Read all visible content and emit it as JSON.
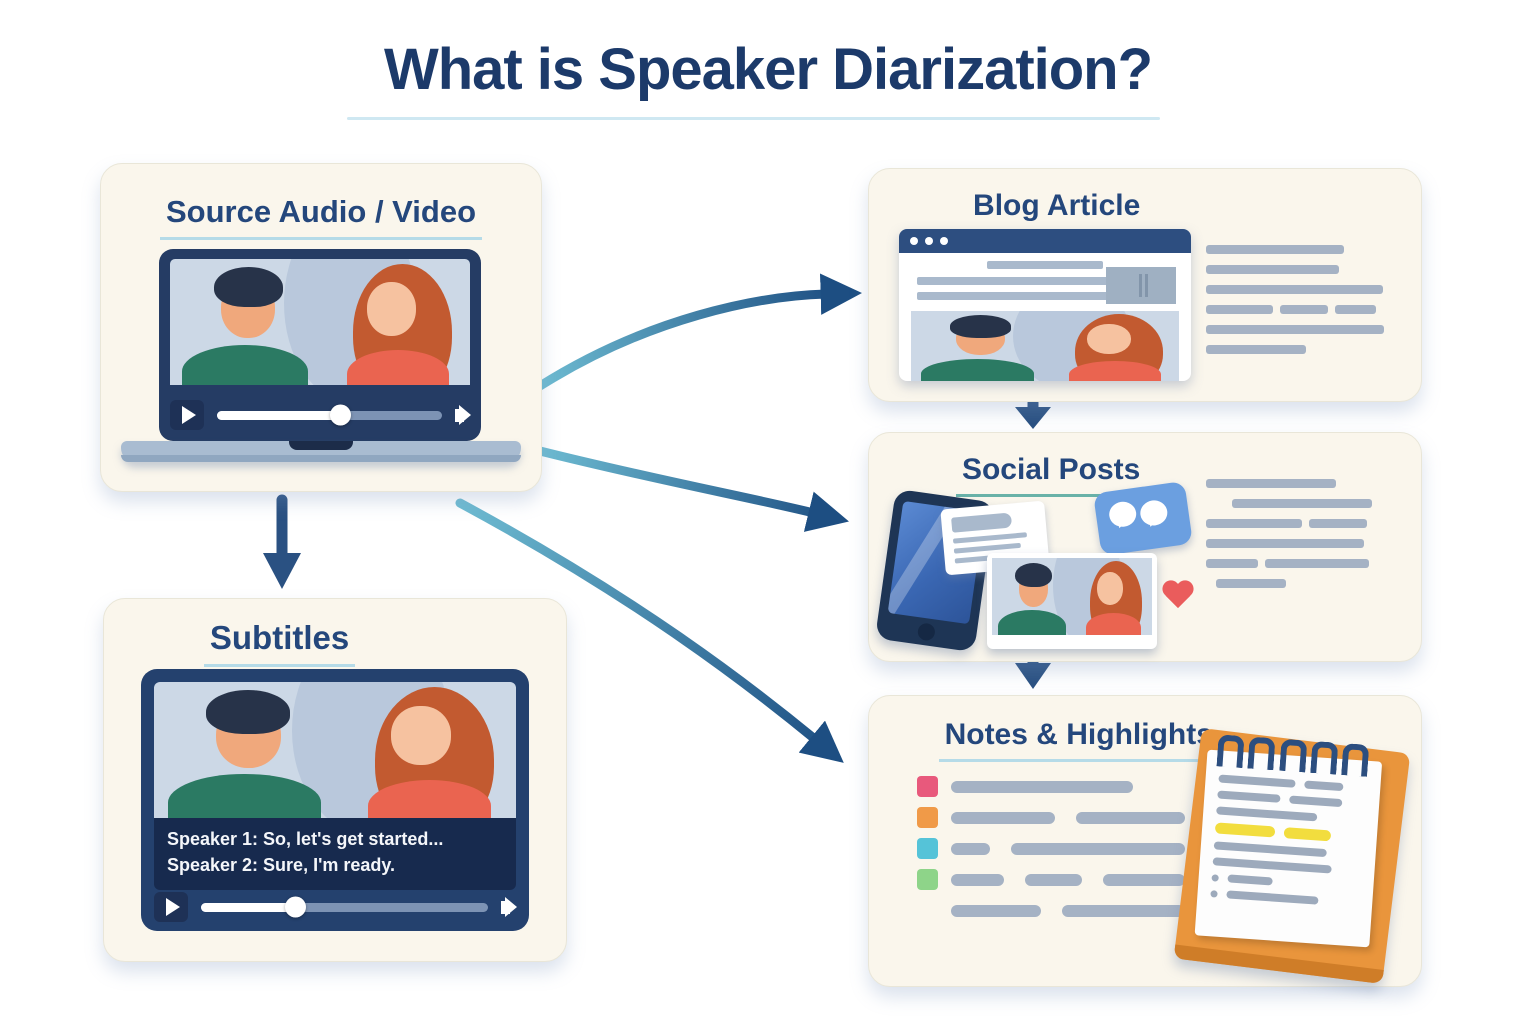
{
  "title": "What is Speaker Diarization?",
  "panels": {
    "source": {
      "heading": "Source Audio / Video",
      "player": {
        "progress_percent": 55
      }
    },
    "subtitles": {
      "heading": "Subtitles",
      "captions": [
        "Speaker 1: So, let's get started...",
        "Speaker 2: Sure, I'm ready."
      ],
      "player": {
        "progress_percent": 33
      }
    },
    "blog": {
      "heading": "Blog Article"
    },
    "social": {
      "heading": "Social Posts"
    },
    "notes": {
      "heading": "Notes & Highlights",
      "bullet_colors": [
        "#e8597c",
        "#f09a48",
        "#55c3d8",
        "#8ed489"
      ]
    }
  },
  "colors": {
    "background": "#ffffff",
    "panel_cream": "#faf6ec",
    "title_navy": "#1c3a6a",
    "heading_navy": "#24477c",
    "underline_light_blue": "#b5dbe8",
    "underline_teal": "#69b2a8",
    "arrow_navy": "#1d4e82",
    "arrow_teal": "#6ebcd2",
    "player_navy": "#24416e",
    "caption_bar_navy": "#172a4e",
    "placeholder_gray": "#a5b2c4",
    "heart_red": "#ea5c5c",
    "notepad_orange": "#e9953c",
    "highlight_yellow": "#f2dd3e"
  },
  "icons": {
    "play-icon": "white right-pointing triangle",
    "volume-icon": "white speaker glyph",
    "browser-dots-icon": "three white window dots",
    "speech-bubbles-icon": "two white chat bubbles on blue badge",
    "heart-icon": "red like heart",
    "spiral-binding-icon": "five navy notepad rings",
    "arrow-icon": "curved navy flow arrow"
  }
}
